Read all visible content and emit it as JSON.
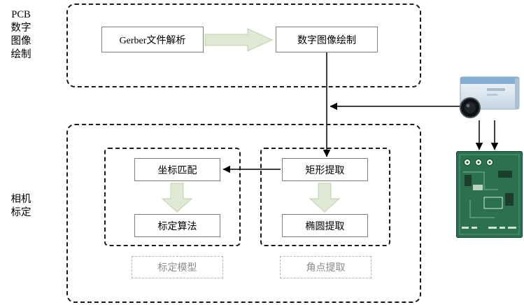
{
  "side_labels": {
    "pcb_flow": {
      "lines": [
        "PCB",
        "数字",
        "图像",
        "绘制"
      ]
    },
    "camera_calib": {
      "lines": [
        "相机",
        "标定"
      ]
    }
  },
  "nodes": {
    "gerber": {
      "label": "Gerber文件解析"
    },
    "digital_image": {
      "label": "数字图像绘制"
    },
    "coord_match": {
      "label": "坐标匹配"
    },
    "calib_algo": {
      "label": "标定算法"
    },
    "rect_extract": {
      "label": "矩形提取"
    },
    "ellipse_extract": {
      "label": "椭圆提取"
    }
  },
  "group_labels": {
    "calib_model": {
      "label": "标定模型"
    },
    "corner_extract": {
      "label": "角点提取"
    }
  },
  "edges": [
    {
      "from": "Gerber文件解析",
      "to": "数字图像绘制",
      "type": "block-arrow"
    },
    {
      "from": "数字图像绘制",
      "to": "矩形提取",
      "type": "arrow"
    },
    {
      "from": "相机",
      "to": "主流程",
      "type": "arrow"
    },
    {
      "from": "相机",
      "to": "PCB板",
      "type": "arrow"
    },
    {
      "from": "矩形提取",
      "to": "椭圆提取",
      "type": "block-arrow"
    },
    {
      "from": "矩形提取",
      "to": "坐标匹配",
      "type": "arrow"
    },
    {
      "from": "坐标匹配",
      "to": "标定算法",
      "type": "block-arrow"
    }
  ],
  "colors": {
    "block_arrow_fill": "#dfe8d3",
    "block_arrow_stroke": "#c2d0ae",
    "connector": "#000000",
    "dashed_border": "#1a1a1a",
    "node_border": "#808080",
    "gray_label": "#8c8c8c",
    "pcb_green": "#2b7150",
    "camera_blue": "#84aed2"
  }
}
